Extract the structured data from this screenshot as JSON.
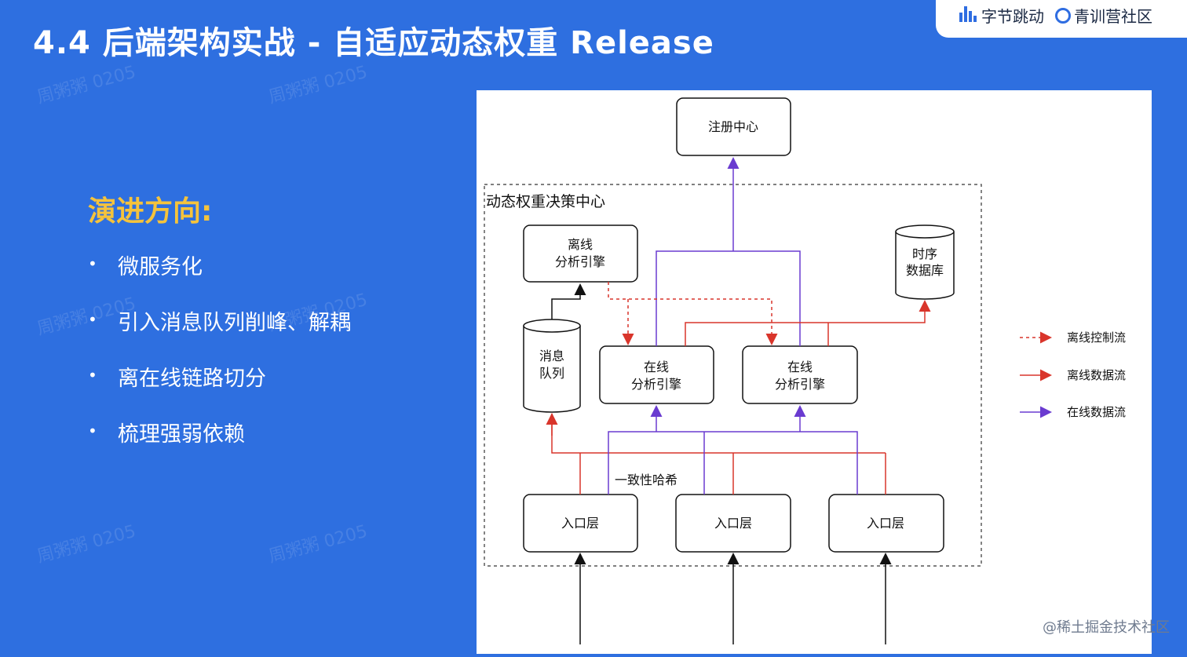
{
  "slide": {
    "title": "4.4 后端架构实战 - 自适应动态权重 Release",
    "section_title": "演进方向:",
    "bullets": [
      "微服务化",
      "引入消息队列削峰、解耦",
      "离在线链路切分",
      "梳理强弱依赖"
    ]
  },
  "brand": {
    "bytedance": "字节跳动",
    "camp": "青训营社区",
    "footer": "@稀土掘金技术社区"
  },
  "watermark": "周粥粥 0205",
  "diagram": {
    "registry": "注册中心",
    "decision_center": "动态权重决策中心",
    "offline_engine": [
      "离线",
      "分析引擎"
    ],
    "tsdb": [
      "时序",
      "数据库"
    ],
    "mq": [
      "消息",
      "队列"
    ],
    "online_engine_1": [
      "在线",
      "分析引擎"
    ],
    "online_engine_2": [
      "在线",
      "分析引擎"
    ],
    "hash_label": "一致性哈希",
    "entry_1": "入口层",
    "entry_2": "入口层",
    "entry_3": "入口层",
    "legend": [
      {
        "label": "离线控制流",
        "color": "#d9352b",
        "style": "dashed"
      },
      {
        "label": "离线数据流",
        "color": "#d9352b",
        "style": "solid"
      },
      {
        "label": "在线数据流",
        "color": "#6a3bd0",
        "style": "solid"
      }
    ]
  },
  "colors": {
    "background": "#2e6fe0",
    "accent": "#f5c33c",
    "red": "#d9352b",
    "purple": "#6a3bd0"
  }
}
